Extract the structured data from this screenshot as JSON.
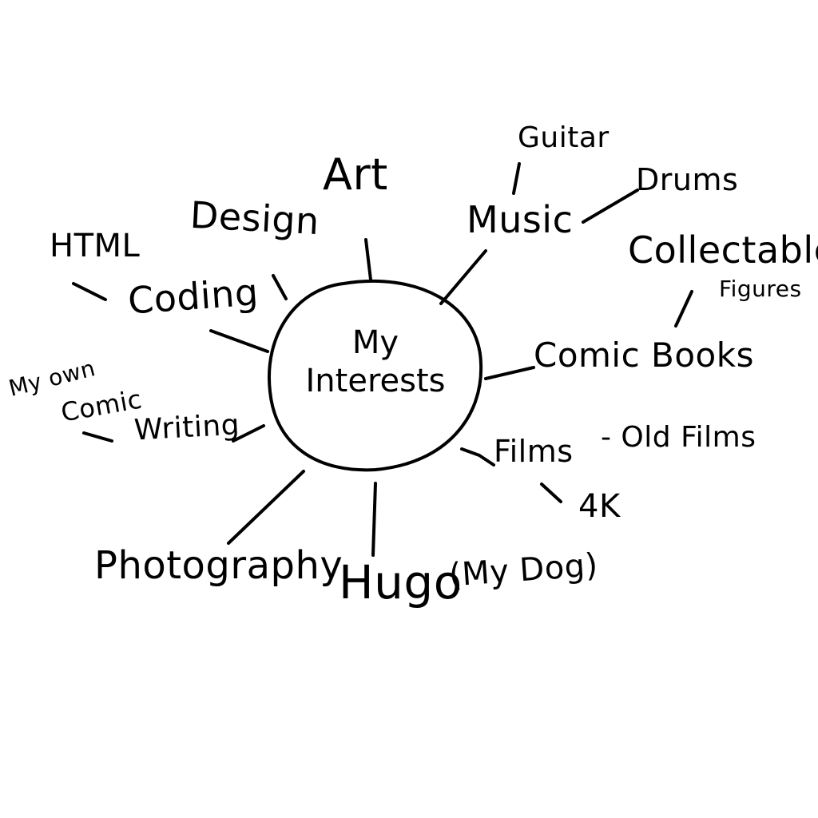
{
  "colors": {
    "ink": "#000000",
    "background": "#ffffff"
  },
  "center": {
    "line1": "My",
    "line2": "Interests"
  },
  "topics": {
    "art": "Art",
    "design": "Design",
    "html": "HTML",
    "coding": "Coding",
    "my_own_comic_line1": "My own",
    "my_own_comic_line2": "Comic",
    "writing": "Writing",
    "photography": "Photography",
    "hugo": "Hugo",
    "my_dog": "(My Dog)",
    "music": "Music",
    "guitar": "Guitar",
    "drums": "Drums",
    "collectable": "Collectable",
    "figures": "Figures",
    "comic_books": "Comic Books",
    "films": "Films",
    "old_films": "- Old Films",
    "four_k": "4K"
  }
}
